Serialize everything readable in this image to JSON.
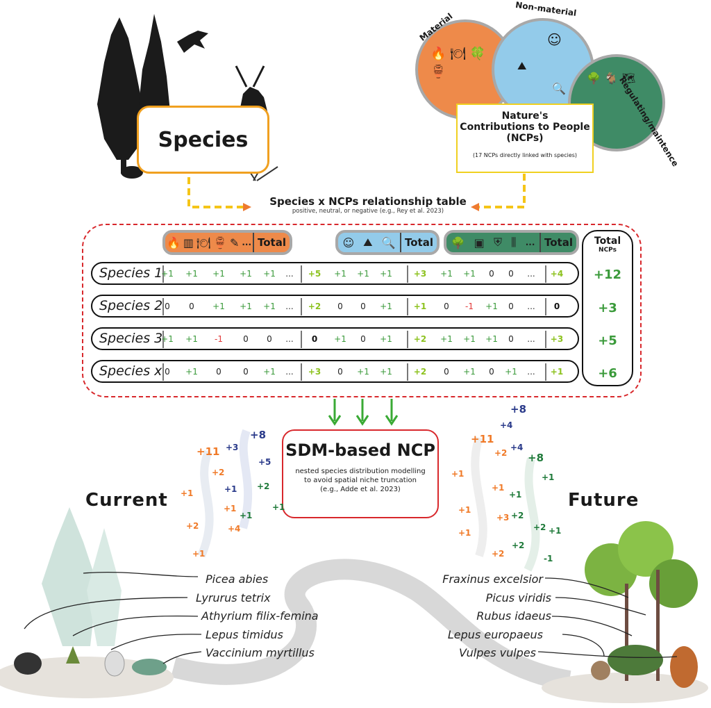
{
  "colors": {
    "material": "#ee8a4a",
    "non_material": "#93cbea",
    "regulating": "#3f8b66",
    "positive": "#3a9a3a",
    "total_positive": "#8dc21f",
    "negative": "#e23a3a",
    "frame": "#d8282c"
  },
  "species_box": {
    "label": "Species"
  },
  "ncp": {
    "categories": [
      "Material",
      "Non-material",
      "Regulating/maintence"
    ],
    "title_lines": [
      "Nature's",
      "Contributions to People",
      "(NCPs)"
    ],
    "note": "(17 NCPs directly linked with species)"
  },
  "relationship": {
    "title": "Species x NCPs relationship table",
    "subtitle": "positive, neutral, or negative (e.g., Rey et al. 2023)"
  },
  "table": {
    "group_icons": {
      "material": [
        "fire-icon",
        "fence-icon",
        "plate-cutlery-icon",
        "jar-icon",
        "medicine-icon"
      ],
      "non_material": [
        "smiley-icon",
        "landscape-icon",
        "magnifier-bug-icon"
      ],
      "regulating": [
        "tree-icon",
        "map-icon",
        "shield-icon",
        "crops-icon"
      ]
    },
    "ellipsis": "...",
    "total_label": "Total",
    "total_ncps_label": [
      "Total",
      "NCPs"
    ],
    "rows": [
      {
        "name": "Species 1",
        "material": [
          "+1",
          "+1",
          "+1",
          "+1",
          "+1"
        ],
        "material_total": "+5",
        "non_material": [
          "+1",
          "+1",
          "+1"
        ],
        "non_material_total": "+3",
        "regulating": [
          "+1",
          "+1",
          "0",
          "0"
        ],
        "regulating_total": "+4",
        "total": "+12"
      },
      {
        "name": "Species 2",
        "material": [
          "0",
          "0",
          "+1",
          "+1",
          "+1"
        ],
        "material_total": "+2",
        "non_material": [
          "0",
          "0",
          "+1"
        ],
        "non_material_total": "+1",
        "regulating": [
          "0",
          "-1",
          "+1",
          "0"
        ],
        "regulating_total": "0",
        "total": "+3"
      },
      {
        "name": "Species 3",
        "material": [
          "+1",
          "+1",
          "-1",
          "0",
          "0"
        ],
        "material_total": "0",
        "non_material": [
          "+1",
          "0",
          "+1"
        ],
        "non_material_total": "+2",
        "regulating": [
          "+1",
          "+1",
          "+1",
          "0"
        ],
        "regulating_total": "+3",
        "total": "+5"
      },
      {
        "name": "Species x",
        "material": [
          "0",
          "+1",
          "0",
          "0",
          "+1"
        ],
        "material_total": "+3",
        "non_material": [
          "0",
          "+1",
          "+1"
        ],
        "non_material_total": "+2",
        "regulating": [
          "0",
          "+1",
          "0",
          "+1"
        ],
        "regulating_total": "+1",
        "total": "+6"
      }
    ]
  },
  "sdm": {
    "title": "SDM-based NCP",
    "lines": [
      "nested species distribution modelling",
      "to avoid spatial niche truncation",
      "(e.g., Adde et al. 2023)"
    ]
  },
  "current": {
    "label": "Current",
    "species": [
      "Picea abies",
      "Lyrurus tetrix",
      "Athyrium filix-femina",
      "Lepus timidus",
      "Vaccinium myrtillus"
    ],
    "scores": [
      {
        "v": "+11",
        "c": "material"
      },
      {
        "v": "+2",
        "c": "material"
      },
      {
        "v": "+1",
        "c": "material"
      },
      {
        "v": "+1",
        "c": "material"
      },
      {
        "v": "+2",
        "c": "material"
      },
      {
        "v": "+4",
        "c": "material"
      },
      {
        "v": "+1",
        "c": "material"
      },
      {
        "v": "+8",
        "c": "non_material"
      },
      {
        "v": "+3",
        "c": "non_material"
      },
      {
        "v": "+5",
        "c": "non_material"
      },
      {
        "v": "+1",
        "c": "non_material"
      },
      {
        "v": "+2",
        "c": "regulating"
      },
      {
        "v": "+1",
        "c": "regulating"
      },
      {
        "v": "+1",
        "c": "regulating"
      }
    ]
  },
  "future": {
    "label": "Future",
    "species": [
      "Fraxinus excelsior",
      "Picus viridis",
      "Rubus idaeus",
      "Lepus europaeus",
      "Vulpes vulpes"
    ],
    "scores": [
      {
        "v": "+11",
        "c": "material"
      },
      {
        "v": "+2",
        "c": "material"
      },
      {
        "v": "+1",
        "c": "material"
      },
      {
        "v": "+1",
        "c": "material"
      },
      {
        "v": "+1",
        "c": "material"
      },
      {
        "v": "+3",
        "c": "material"
      },
      {
        "v": "+1",
        "c": "material"
      },
      {
        "v": "+2",
        "c": "material"
      },
      {
        "v": "+8",
        "c": "non_material"
      },
      {
        "v": "+4",
        "c": "non_material"
      },
      {
        "v": "+4",
        "c": "non_material"
      },
      {
        "v": "+8",
        "c": "regulating"
      },
      {
        "v": "+1",
        "c": "regulating"
      },
      {
        "v": "+1",
        "c": "regulating"
      },
      {
        "v": "+2",
        "c": "regulating"
      },
      {
        "v": "+2",
        "c": "regulating"
      },
      {
        "v": "+1",
        "c": "regulating"
      },
      {
        "v": "+2",
        "c": "regulating"
      },
      {
        "v": "-1",
        "c": "regulating"
      }
    ]
  }
}
